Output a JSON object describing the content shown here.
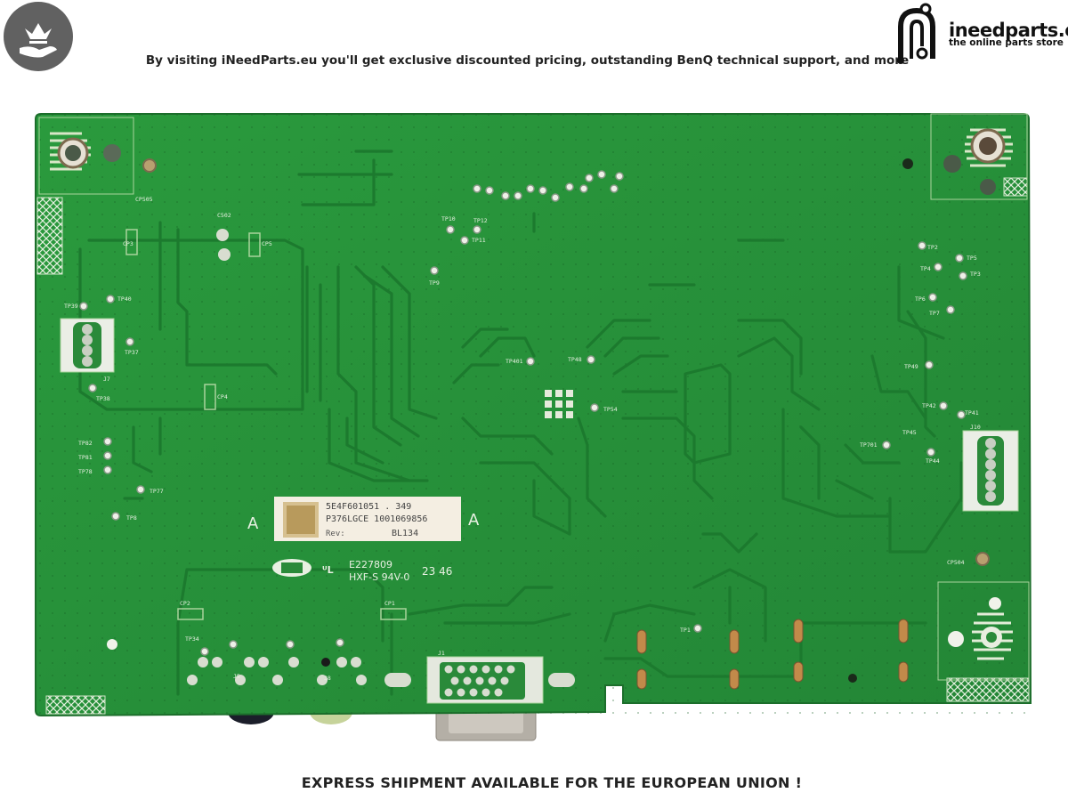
{
  "header": {
    "tagline": "By visiting iNeedParts.eu you'll get exclusive discounted pricing, outstanding BenQ technical support, and more",
    "brand_name": "ineedparts.eu",
    "brand_subtitle": "the online parts store",
    "badge_icon": "crown-hand-icon"
  },
  "board_labels": {
    "sticker_line1": "5E4F601051 . 349",
    "sticker_line2": "P376LGCE  1001069856",
    "sticker_line3": "Rev:",
    "sticker_line4": "BL134",
    "side_mark_left": "A",
    "side_mark_right": "A",
    "cert_line1": "E227809",
    "cert_line2": "HXF-S 94V-0",
    "date_code": "23 46",
    "test_points": [
      "TP40",
      "TP39",
      "TP37",
      "TP38",
      "TP82",
      "TP81",
      "TP78",
      "TP77",
      "TP8",
      "TP10",
      "TP12",
      "TP11",
      "TP9",
      "TP401",
      "TP48",
      "TP54",
      "TP2",
      "TP5",
      "TP4",
      "TP3",
      "TP6",
      "TP7",
      "TP49",
      "TP42",
      "TP41",
      "TP45",
      "TP44",
      "TP701",
      "TP1",
      "TP34",
      "J7",
      "J10",
      "J5",
      "J8",
      "J1",
      "C502",
      "CP505",
      "CP504",
      "CP1",
      "CP2",
      "CP4",
      "CP5",
      "CP3"
    ]
  },
  "footer": {
    "text": "EXPRESS SHIPMENT AVAILABLE FOR THE EUROPEAN UNION !"
  },
  "colors": {
    "board_green": "#27913a",
    "trace_green": "#1f7d30",
    "sticker": "#f4eee2",
    "badge": "#616161"
  }
}
